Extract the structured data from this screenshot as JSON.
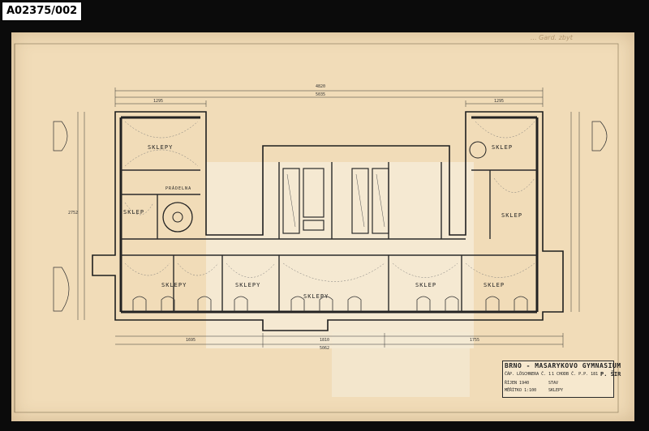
{
  "archive_tag": "A02375/002",
  "corner_note": "... Gard. zbyt",
  "dimensions": {
    "overall_top_a": "4820",
    "overall_top_b": "5035",
    "left_wing": "1295",
    "right_wing": "1295",
    "bottom_overall": "5062",
    "bottom_left": "1695",
    "bottom_mid": "1810",
    "bottom_right": "1755",
    "left_height": "2752"
  },
  "room_labels": {
    "sklep_tl": "SKLEPY",
    "sklep_ml": "SKLEP",
    "pradelna": "PRÁDELNA",
    "sklep_tr": "SKLEP",
    "sklep_mr": "SKLEP",
    "sklepy_bl": "SKLEPY",
    "sklepy_bl2": "SKLEPY",
    "sklepy_bc": "SKLEPY",
    "sklep_br1": "SKLEP",
    "sklep_br2": "SKLEP"
  },
  "title_block": {
    "title": "BRNO - MASARYKOVO GYMNASIUM",
    "row1_left": "ČÁP. LÖSCHNERA Č. 1",
    "row1_mid": "1 CHODB Č. P.P. 181",
    "row1_mark": "P. ŠIR",
    "date": "ŘÍJEN 1940",
    "scale": "MĚŘÍTKO 1:100",
    "floor_label": "STAV",
    "floor_value": "SKLEPY"
  }
}
